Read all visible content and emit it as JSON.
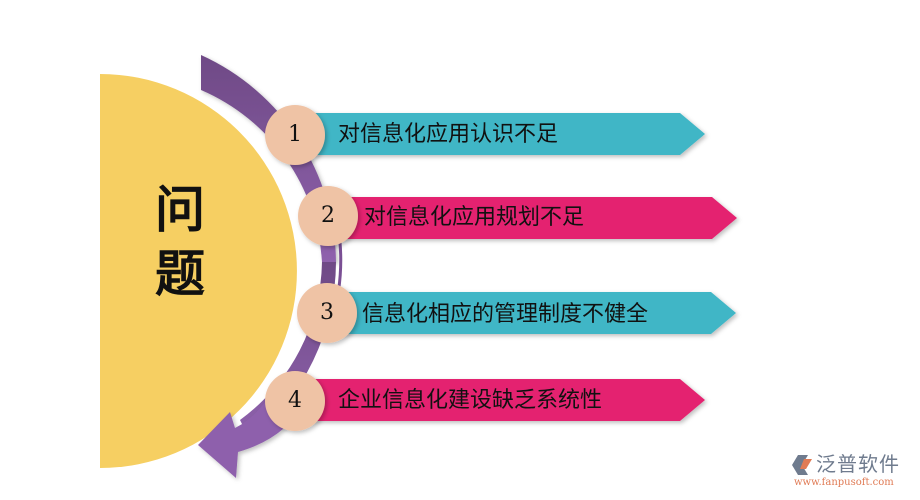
{
  "center": {
    "title_line1": "问",
    "title_line2": "题",
    "color": "#f6cf62"
  },
  "arc": {
    "color": "#7a4f94"
  },
  "items": [
    {
      "number": "1",
      "label": "对信息化应用认识不足",
      "color": "#3fb6c6"
    },
    {
      "number": "2",
      "label": "对信息化应用规划不足",
      "color": "#e4246f"
    },
    {
      "number": "3",
      "label": "信息化相应的管理制度不健全",
      "color": "#3fb6c6"
    },
    {
      "number": "4",
      "label": "企业信息化建设缺乏系统性",
      "color": "#e4246f"
    }
  ],
  "number_circle_color": "#efc3a5",
  "logo": {
    "name": "泛普软件",
    "url": "www.fanpusoft.com"
  }
}
